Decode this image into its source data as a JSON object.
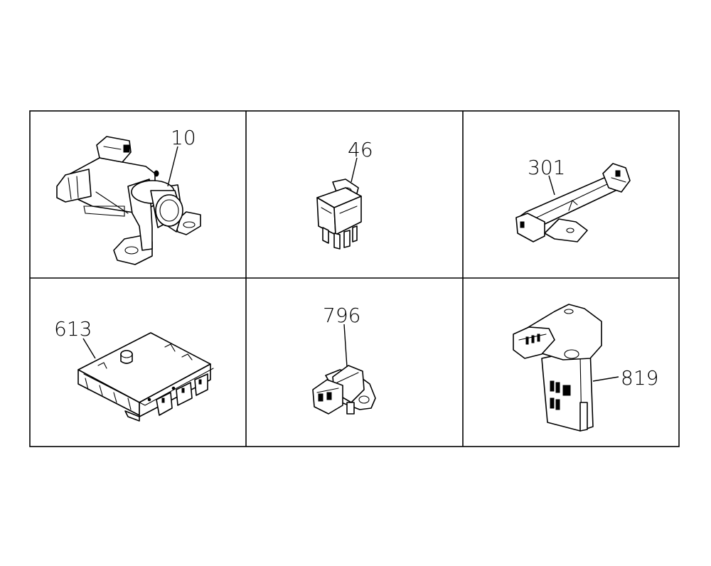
{
  "callouts": {
    "c10": "10",
    "c46": "46",
    "c301": "301",
    "c613": "613",
    "c796": "796",
    "c819": "819"
  }
}
